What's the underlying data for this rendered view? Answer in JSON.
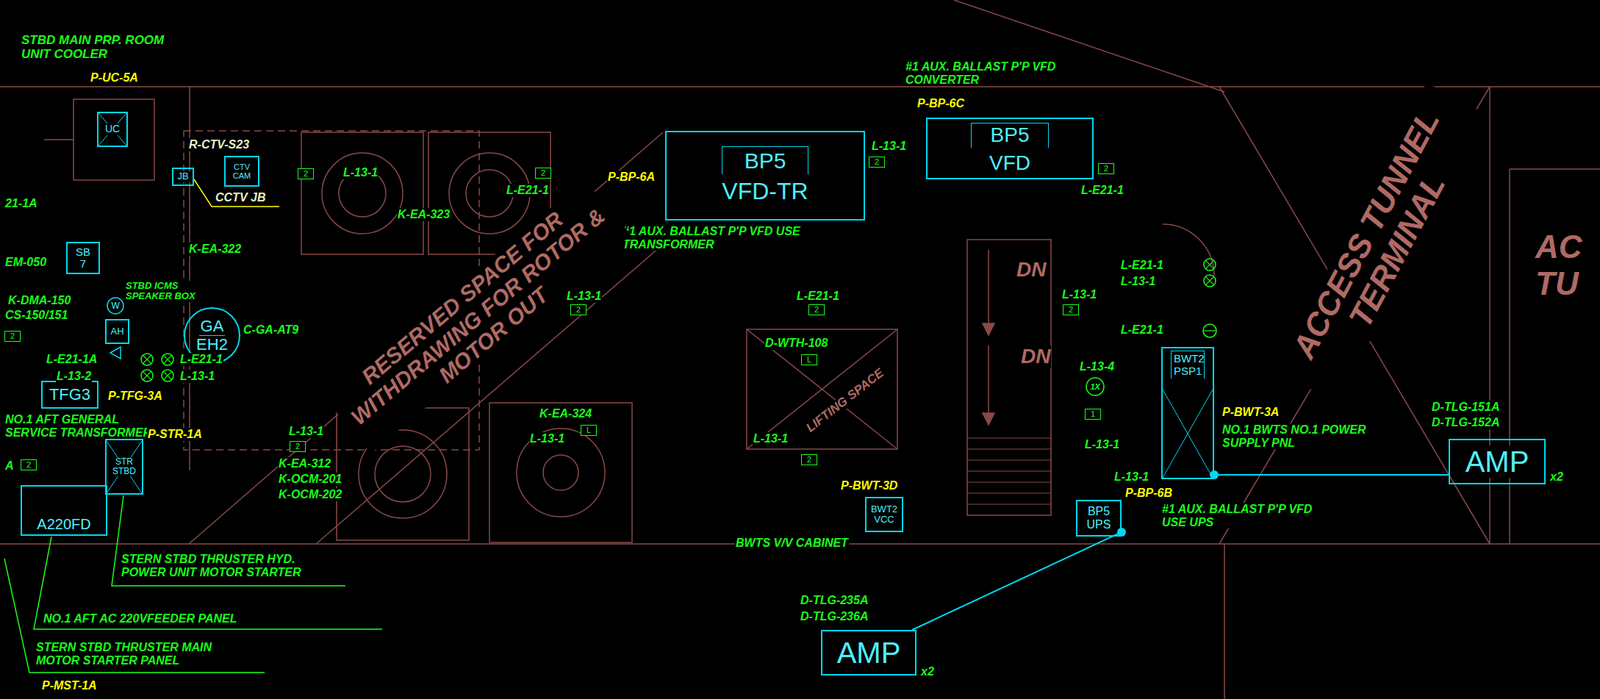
{
  "diagram": {
    "nodes": [
      {
        "text": [
          "UC"
        ]
      },
      {
        "text": [
          "CTV CAM"
        ]
      },
      {
        "text": [
          "JB"
        ]
      },
      {
        "text": [
          "BP5",
          "VFD"
        ]
      },
      {
        "text": [
          "BP5",
          "VFD-TR"
        ]
      },
      {
        "text": [
          "SB 7"
        ]
      },
      {
        "text": [
          "AH"
        ]
      },
      {
        "text": [
          "GA",
          "EH2"
        ]
      },
      {
        "text": [
          "TFG3"
        ]
      },
      {
        "text": [
          "BWT2 PSP1"
        ]
      },
      {
        "text": [
          "STR STBD"
        ]
      },
      {
        "text": [
          "AMP"
        ]
      },
      {
        "text": [
          "BWT2 VCC"
        ]
      },
      {
        "text": [
          "BP5 UPS"
        ]
      },
      {
        "text": [
          "A220FD"
        ]
      },
      {
        "text": [
          "AMP"
        ]
      }
    ],
    "edges": [
      {
        "from": 11,
        "to": 9,
        "arrow": "none"
      },
      {
        "from": 15,
        "to": 13,
        "arrow": "none"
      }
    ],
    "labels": [
      "STBD MAIN PRP. ROOM UNIT COOLER",
      "P-UC-5A",
      "R-CTV-S23",
      "CCTV JB",
      "2",
      "L-13-1",
      "K-EA-323",
      "K-EA-322",
      "2",
      "L-E21-1",
      "P-BP-6A",
      "#1 AUX. BALLAST P'P VFD USE TRANSFORMER",
      "L-13-1",
      "2",
      "#1 AUX. BALLAST P'P VFD CONVERTER",
      "P-BP-6C",
      "2",
      "L-E21-1",
      "21-1A",
      "EM-050",
      "K-DMA-150",
      "CS-150/151",
      "STBD ICMS SPEAKER BOX",
      "W",
      "C-GA-AT9",
      "2",
      "L-E21-1A",
      "L-13-2",
      "L-E21-1",
      "L-13-1",
      "P-TFG-3A",
      "NO.1 AFT GENERAL SERVICE TRANSFORMER",
      "A",
      "2",
      "P-STR-1A",
      "L-13-1",
      "2",
      "K-EA-312",
      "K-OCM-201",
      "K-OCM-202",
      "STERN STBD THRUSTER HYD. POWER UNIT MOTOR STARTER",
      "NO.1 AFT AC 220VFEEDER PANEL",
      "STERN STBD THRUSTER MAIN MOTOR STARTER PANEL",
      "P-MST-1A",
      "RESERVED SPACE FOR WITHDRAWING FOR ROTOR & MOTOR OUT",
      "L-13-1",
      "2",
      "L-E21-1",
      "2",
      "D-WTH-108",
      "L",
      "LIFTING SPACE",
      "K-EA-324",
      "L",
      "L-13-1",
      "L-13-1",
      "2",
      "P-BWT-3D",
      "BWTS V/V CABINET",
      "D-TLG-235A",
      "D-TLG-236A",
      "x2",
      "DN",
      "DN",
      "L-13-1",
      "2",
      "L-E21-1",
      "L-13-1",
      "L-E21-1",
      "L-13-4",
      "1X",
      "1",
      "L-13-1",
      "L-13-1",
      "P-BWT-3A",
      "NO.1 BWTS NO.1 POWER SUPPLY PNL",
      "P-BP-6B",
      "#1 AUX. BALLAST P'P VFD USE UPS",
      "D-TLG-151A",
      "D-TLG-152A",
      "x2",
      "ACCESS TUNNEL TERMINAL",
      "AC",
      "TU"
    ]
  }
}
